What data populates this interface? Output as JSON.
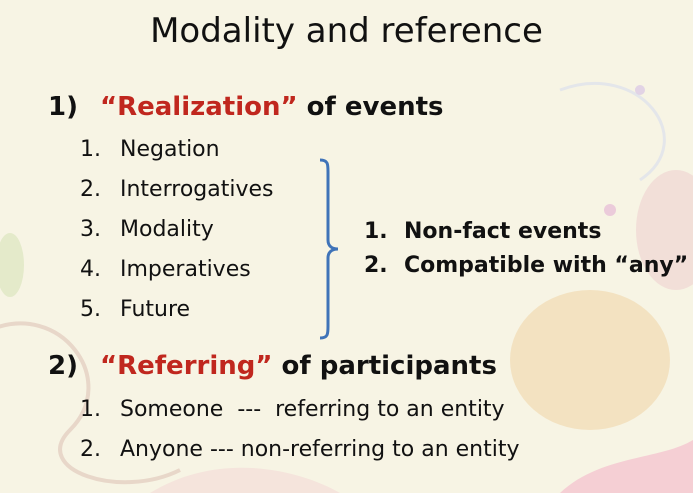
{
  "slide": {
    "title": "Modality and reference"
  },
  "section1": {
    "number": "1)",
    "quoted_term": "“Realization”",
    "rest": " of events",
    "items": [
      {
        "n": "1.",
        "text": "Negation"
      },
      {
        "n": "2.",
        "text": "Interrogatives"
      },
      {
        "n": "3.",
        "text": "Modality"
      },
      {
        "n": "4.",
        "text": "Imperatives"
      },
      {
        "n": "5.",
        "text": "Future"
      }
    ]
  },
  "brace_items": [
    {
      "n": "1.",
      "text": "Non-fact events"
    },
    {
      "n": "2.",
      "text": "Compatible with “any”"
    }
  ],
  "section2": {
    "number": "2)",
    "quoted_term": "“Referring”",
    "rest": " of participants",
    "items": [
      {
        "n": "1.",
        "text": "Someone  ---  referring to an entity"
      },
      {
        "n": "2.",
        "text": "Anyone --- non-referring to an entity"
      }
    ]
  },
  "colors": {
    "accent_red": "#c0271e",
    "brace_blue": "#3f73b8",
    "background": "#f7f4e4"
  }
}
